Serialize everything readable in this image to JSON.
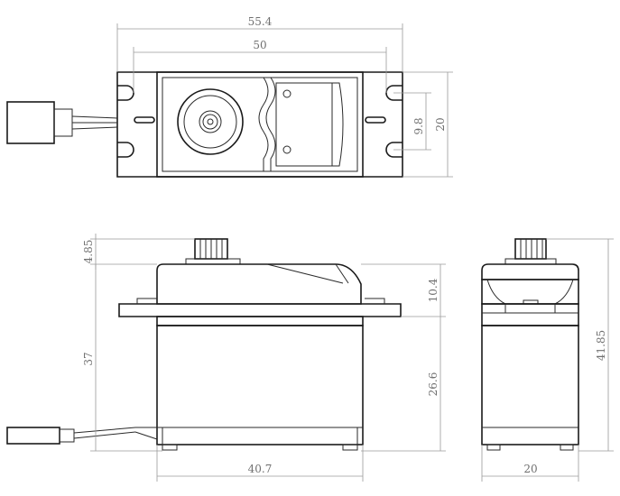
{
  "dimensions": {
    "top_overall_width": "55.4",
    "top_hole_spacing": "50",
    "top_slot_height": "9.8",
    "top_body_height": "20",
    "front_spline_height": "4.85",
    "front_upper_height": "10.4",
    "front_overall_height": "37",
    "front_lower_height": "26.6",
    "front_body_width": "40.7",
    "side_overall_height": "41.85",
    "side_body_width": "20"
  },
  "colors": {
    "outline": "#1a1a1a",
    "dimension": "#9a9a9a",
    "dimension_text": "#707070"
  }
}
